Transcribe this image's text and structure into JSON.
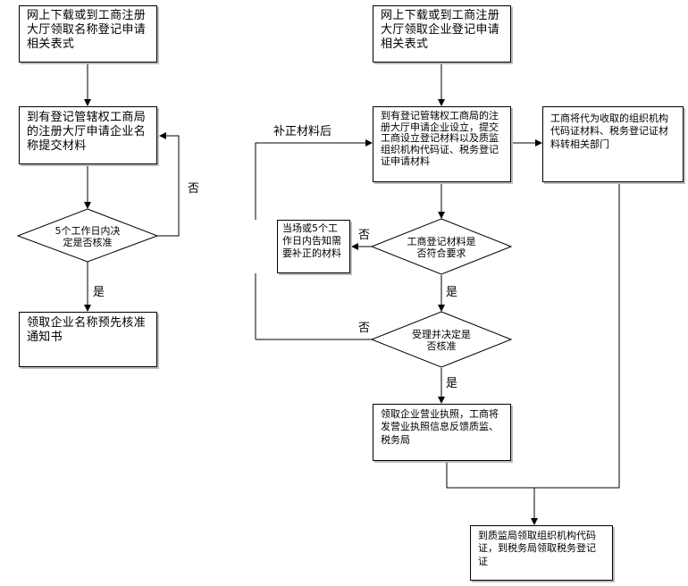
{
  "left_flow": {
    "box_download": "网上下载或到工商注册大厅领取名称登记申请相关表式",
    "box_submit": "到有登记管辖权工商局的注册大厅申请企业名称提交材料",
    "decision_review": "5个工作日内决定是否核准",
    "label_no": "否",
    "label_yes": "是",
    "box_result": "领取企业名称预先核准通知书"
  },
  "right_flow": {
    "box_download": "网上下载或到工商注册大厅领取企业登记申请相关表式",
    "box_submit": "到有登记管辖权工商局的注册大厅申请企业设立，提交工商设立登记材料以及质监组织机构代码证、税务登记证申请材料",
    "box_transfer": "工商将代为收取的组织机构代码证材料、税务登记证材料转相关部门",
    "decision_materials": "工商登记材料是否符合要求",
    "box_notify": "当场或5个工作日内告知需要补正的材料",
    "label_supplement": "补正材料后",
    "label_no_1": "否",
    "label_yes_1": "是",
    "decision_accept": "受理并决定是否核准",
    "label_no_2": "否",
    "label_yes_2": "是",
    "box_license": "领取企业营业执照，工商将发营业执照信息反馈质监、税务局",
    "box_final": "到质监局领取组织机构代码证，到税务局领取税务登记证"
  }
}
